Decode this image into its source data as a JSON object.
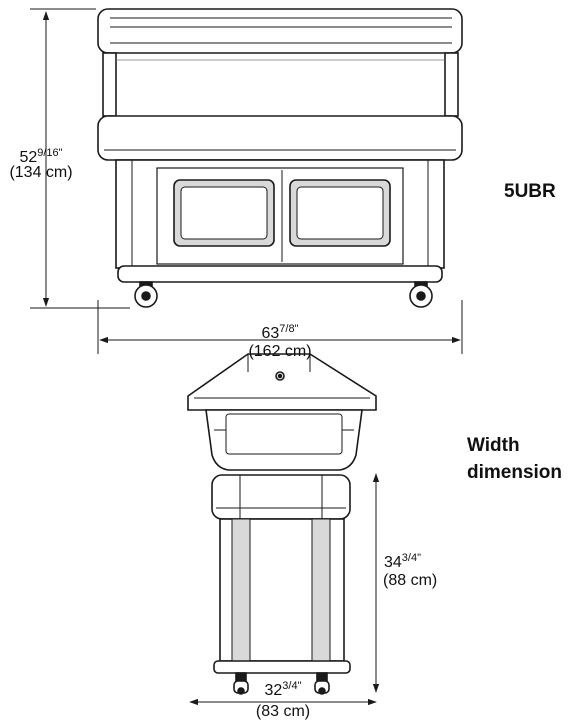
{
  "model": "5UBR",
  "view_label": {
    "line1": "Width",
    "line2": "dimension"
  },
  "front_view": {
    "height": {
      "whole": "52",
      "fraction": "9/16\"",
      "metric": "(134 cm)"
    },
    "width": {
      "whole": "63",
      "fraction": "7/8\"",
      "metric": "(162 cm)"
    }
  },
  "side_view": {
    "height": {
      "whole": "34",
      "fraction": "3/4\"",
      "metric": "(88 cm)"
    },
    "width": {
      "whole": "32",
      "fraction": "3/4\"",
      "metric": "(83 cm)"
    }
  },
  "colors": {
    "line": "#1a1a1a",
    "panel_fill": "#ffffff",
    "shade": "#d9d9d9"
  }
}
